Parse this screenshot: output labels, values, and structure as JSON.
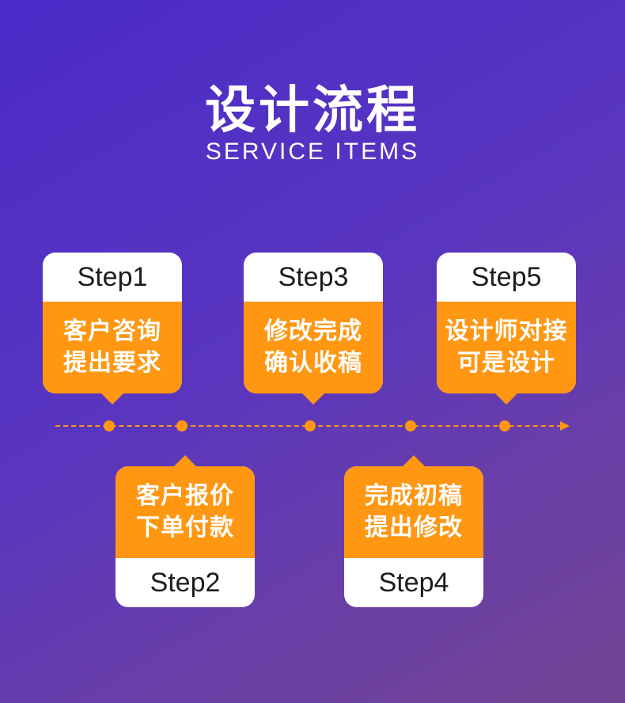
{
  "header": {
    "title": "设计流程",
    "subtitle": "SERVICE ITEMS"
  },
  "steps": [
    {
      "label": "Step1",
      "line1": "客户咨询",
      "line2": "提出要求"
    },
    {
      "label": "Step2",
      "line1": "客户报价",
      "line2": "下单付款"
    },
    {
      "label": "Step3",
      "line1": "修改完成",
      "line2": "确认收稿"
    },
    {
      "label": "Step4",
      "line1": "完成初稿",
      "line2": "提出修改"
    },
    {
      "label": "Step5",
      "line1": "设计师对接",
      "line2": "可是设计"
    }
  ],
  "colors": {
    "accent": "#ff9712",
    "card": "#ffffff",
    "background_start": "#4a2bc8",
    "background_end": "#714393"
  }
}
